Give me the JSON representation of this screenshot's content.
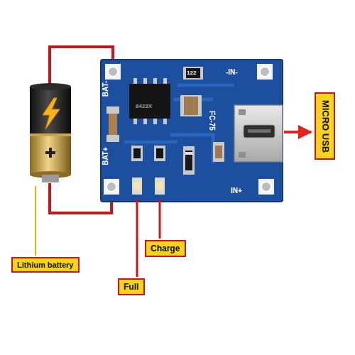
{
  "diagram": {
    "nodes": [
      {
        "text": [
          "MICRO USB"
        ]
      },
      {
        "text": [
          "Lithium battery"
        ]
      },
      {
        "text": [
          "Charge"
        ]
      },
      {
        "text": [
          "Full"
        ]
      }
    ],
    "labels": [
      "-IN-",
      "122",
      "BAT-",
      "8423X",
      "FC-75",
      "BAT+",
      "IN+"
    ]
  }
}
